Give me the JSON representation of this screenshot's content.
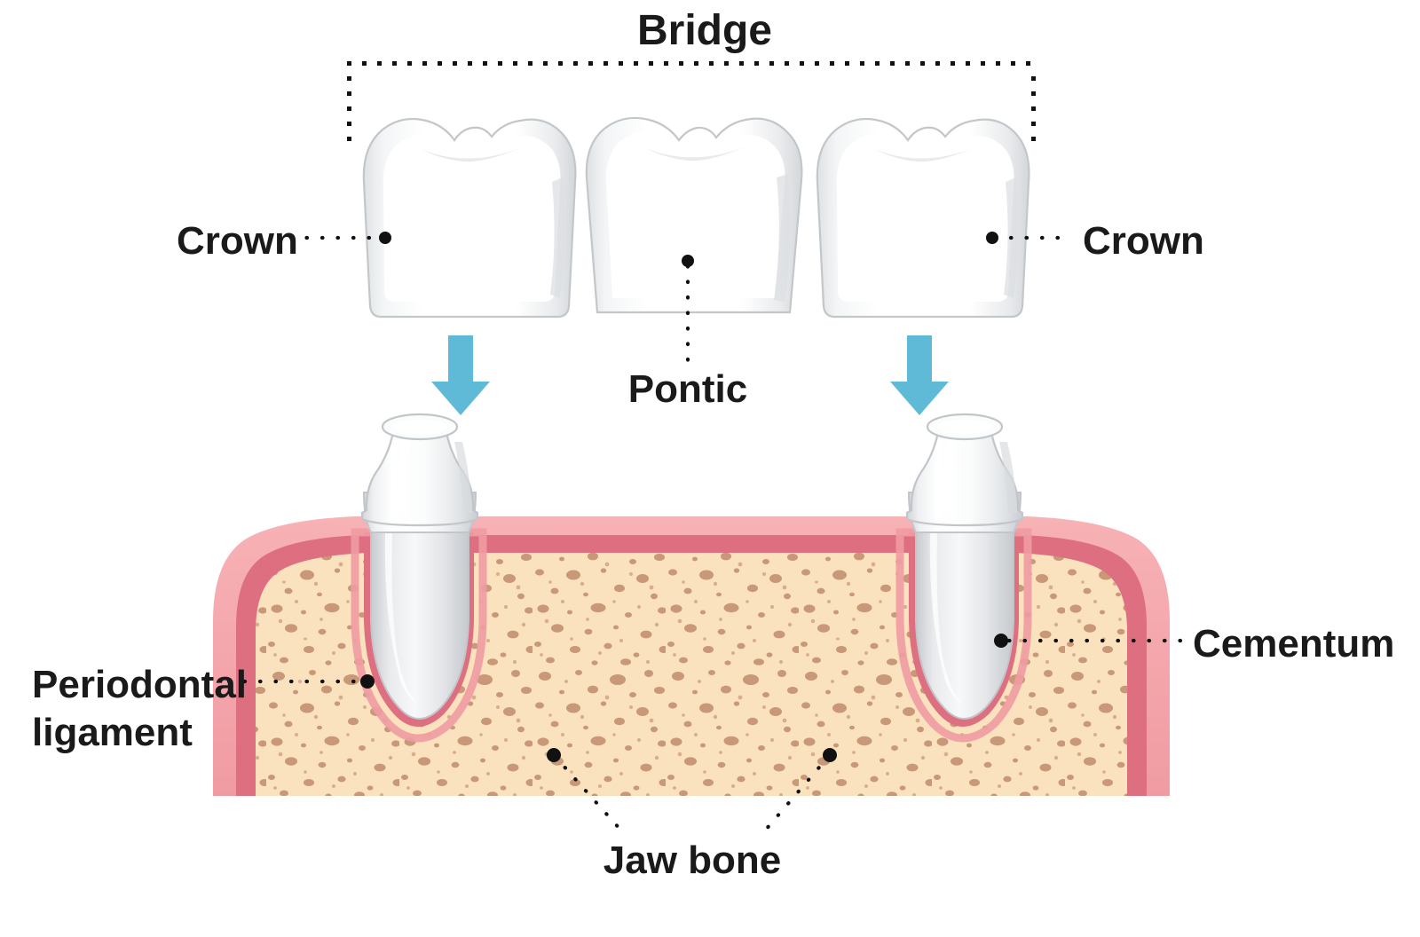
{
  "diagram": {
    "title": "Bridge",
    "type": "dental-bridge-anatomy-illustration",
    "background_color": "#ffffff"
  },
  "labels": {
    "bridge": "Bridge",
    "crown_left": "Crown",
    "crown_right": "Crown",
    "pontic": "Pontic",
    "periodontal_ligament_line1": "Periodontal",
    "periodontal_ligament_line2": "ligament",
    "cementum": "Cementum",
    "jaw_bone": "Jaw bone"
  },
  "colors": {
    "text": "#1a1a1a",
    "leader_dot": "#111111",
    "arrow_blue": "#5FBAD8",
    "tooth_white": "#ffffff",
    "tooth_outline": "#c9ccce",
    "tooth_shade": "#e6e8ea",
    "tooth_shade_deep": "#d3d6d9",
    "gum_outer_pink": "#F4A3A8",
    "gum_inner_pink": "#DE6F80",
    "bone_cream": "#FAE2BE",
    "bone_speckle": "#C89878",
    "bone_speckle_light": "#D9AE8E"
  },
  "structures": [
    {
      "name": "crown",
      "count": 3,
      "description": "three connected porcelain crowns forming the bridge"
    },
    {
      "name": "abutment-tooth",
      "count": 2,
      "description": "prepared abutment teeth with roots in bone"
    },
    {
      "name": "jaw-bone-block",
      "count": 1,
      "description": "cancellous bone block with cream fill and tan speckles"
    },
    {
      "name": "periodontal-ligament",
      "count": 2,
      "description": "pink ligament lining each root socket"
    },
    {
      "name": "down-arrow",
      "count": 2,
      "description": "blue arrows showing crown seating onto abutments"
    }
  ]
}
